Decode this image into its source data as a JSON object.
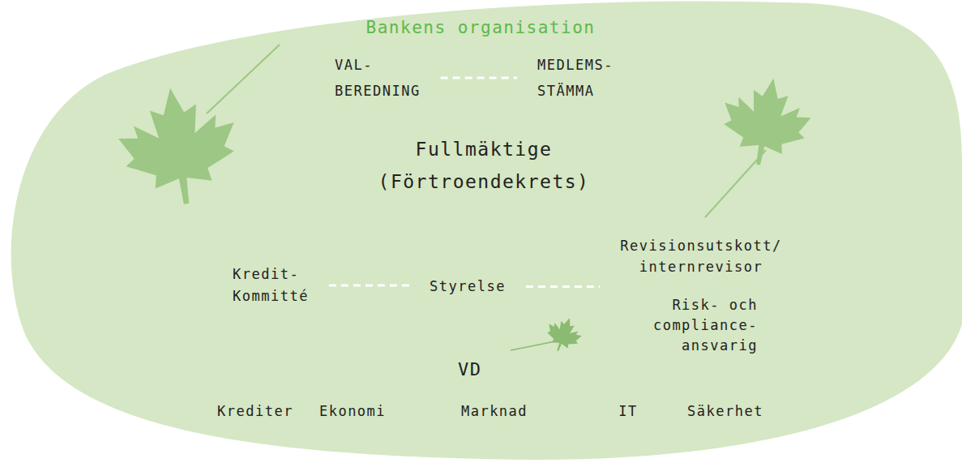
{
  "diagram": {
    "title": "Bankens organisation",
    "nodes": [
      {
        "text": [
          "VAL- BEREDNING"
        ]
      },
      {
        "text": [
          "MEDLEMS- STÄMMA"
        ]
      },
      {
        "text": [
          "Fullmäktige (Förtroendekrets)"
        ]
      },
      {
        "text": [
          "Kredit- Kommitté"
        ]
      },
      {
        "text": [
          "Styrelse"
        ]
      },
      {
        "text": [
          "Revisionsutskott/ internrevisor"
        ]
      },
      {
        "text": [
          "Risk- och compliance- ansvarig"
        ]
      },
      {
        "text": [
          "VD"
        ]
      },
      {
        "text": [
          "Krediter"
        ]
      },
      {
        "text": [
          "Ekonomi"
        ]
      },
      {
        "text": [
          "Marknad"
        ]
      },
      {
        "text": [
          "IT"
        ]
      },
      {
        "text": [
          "Säkerhet"
        ]
      }
    ],
    "edges": [
      {
        "from": 0,
        "to": 1,
        "arrow": "none"
      },
      {
        "from": 3,
        "to": 4,
        "arrow": "none"
      },
      {
        "from": 4,
        "to": 5,
        "arrow": "none"
      }
    ]
  }
}
